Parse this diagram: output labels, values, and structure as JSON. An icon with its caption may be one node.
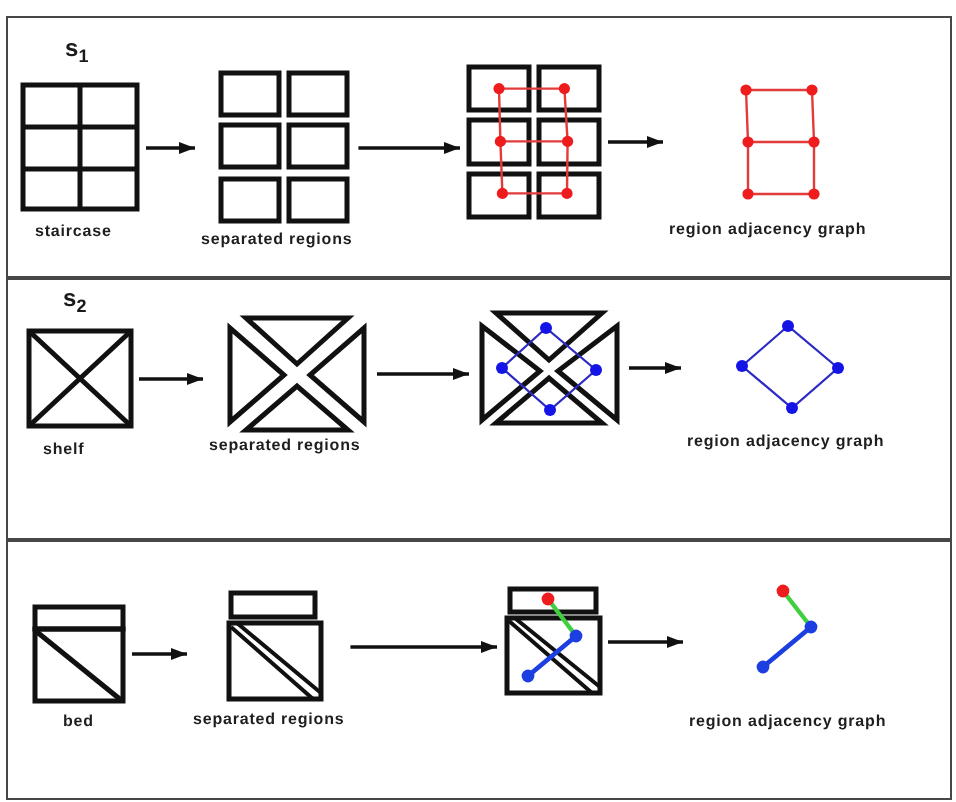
{
  "diagram": {
    "nodes": [
      {
        "text": [
          "s$_{1}$"
        ]
      },
      {
        "text": [
          "staircase"
        ],
        "in": 0
      },
      {
        "text": [
          "separated regions"
        ],
        "in": 0
      },
      {
        "text": [],
        "shape": "picture",
        "in": 0
      },
      {
        "text": [
          "region adjacency graph"
        ],
        "in": 0
      },
      {
        "text": [
          "s$_{2}$"
        ]
      },
      {
        "text": [
          "shelf"
        ],
        "in": 5
      },
      {
        "text": [
          "separated regions"
        ],
        "in": 5
      },
      {
        "text": [],
        "shape": "picture",
        "in": 5
      },
      {
        "text": [
          "region adjacency graph"
        ],
        "in": 5
      },
      {
        "text": [],
        "shape": "box"
      },
      {
        "text": [
          "bed"
        ],
        "in": 10
      },
      {
        "text": [
          "separated regions"
        ],
        "in": 10
      },
      {
        "text": [],
        "shape": "picture",
        "in": 10
      },
      {
        "text": [
          "region adjacency graph"
        ],
        "in": 10
      }
    ],
    "edges": [
      {
        "from": 1,
        "to": 2,
        "arrow": "to"
      },
      {
        "from": 2,
        "to": 3,
        "arrow": "to"
      },
      {
        "from": 3,
        "to": 4,
        "arrow": "to"
      },
      {
        "from": 6,
        "to": 7,
        "arrow": "to"
      },
      {
        "from": 7,
        "to": 8,
        "arrow": "to"
      },
      {
        "from": 8,
        "to": 9,
        "arrow": "to"
      },
      {
        "from": 11,
        "to": 12,
        "arrow": "to"
      },
      {
        "from": 12,
        "to": 13,
        "arrow": "to"
      },
      {
        "from": 13,
        "to": 14,
        "arrow": "to"
      }
    ]
  }
}
